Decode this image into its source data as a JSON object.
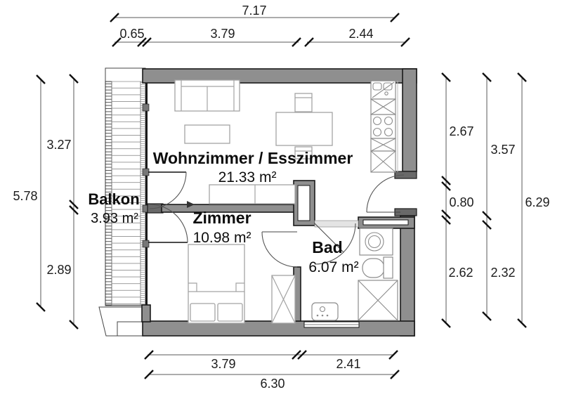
{
  "plan": {
    "title": "apartment floor plan",
    "rooms": [
      {
        "id": "wohnzimmer",
        "name": "Wohnzimmer / Esszimmer",
        "area": "21.33 m²"
      },
      {
        "id": "zimmer",
        "name": "Zimmer",
        "area": "10.98 m²"
      },
      {
        "id": "bad",
        "name": "Bad",
        "area": "6.07 m²"
      },
      {
        "id": "balkon",
        "name": "Balkon",
        "area": "3.93 m²"
      }
    ],
    "dims": {
      "top": {
        "total": "7.17",
        "segments": [
          "0.65",
          "3.79",
          "2.44"
        ]
      },
      "bottom": {
        "segments": [
          "3.79",
          "2.41"
        ],
        "total": "6.30"
      },
      "left": {
        "total": "5.78",
        "segments": [
          "3.27",
          "2.89"
        ]
      },
      "right": {
        "inner": [
          "2.67",
          "0.80",
          "2.62"
        ],
        "mid": [
          "3.57",
          "2.32"
        ],
        "total": "6.29"
      }
    },
    "fixtures": [
      "sofa",
      "coffee-table",
      "dining-table",
      "dining-chair",
      "sideboard",
      "kitchen-sink",
      "kitchen-stove",
      "kitchen-cabinet",
      "bed",
      "pillow",
      "wardrobe",
      "washing-machine",
      "toilet",
      "shower",
      "washbasin",
      "balcony-railing",
      "balcony-decking",
      "window-front",
      "entry-door",
      "room-door",
      "entry-arrow",
      "stair-landing"
    ],
    "colors": {
      "wall": "#8f8f8f",
      "wall_dark": "#696969",
      "outline": "#1a1a1a",
      "furniture_line": "#a3a3a3",
      "dimension_line": "#5a5a5a",
      "text": "#0d0d0d",
      "background": "#ffffff"
    }
  }
}
